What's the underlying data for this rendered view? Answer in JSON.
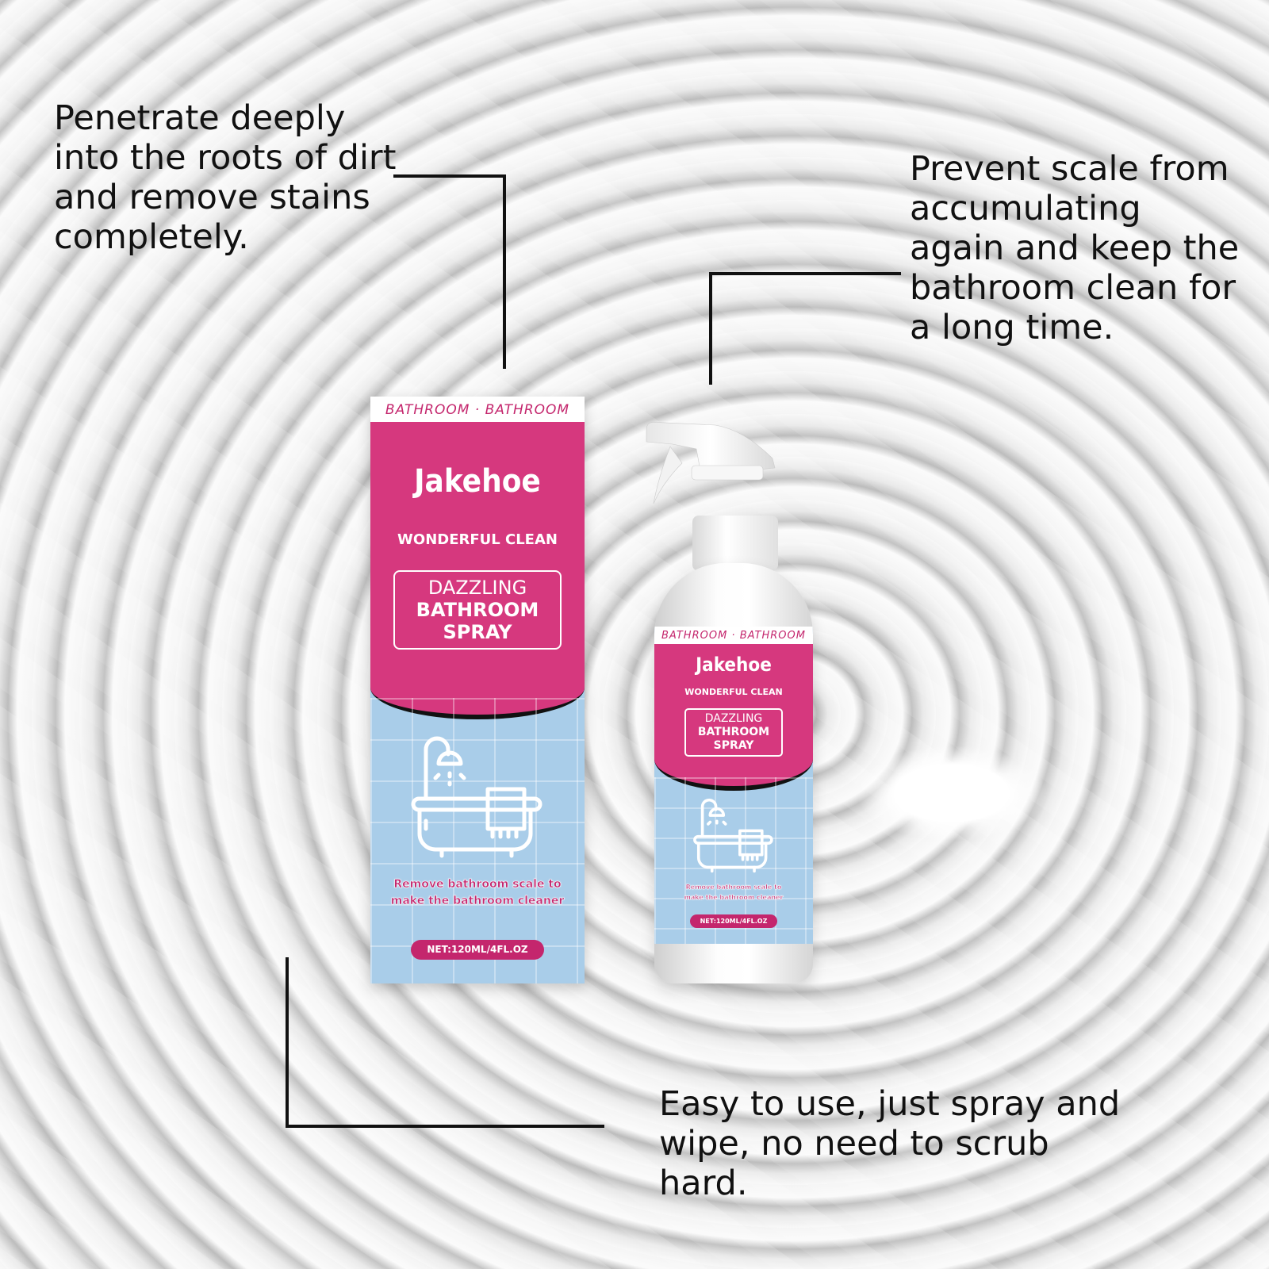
{
  "captions": {
    "top_left": [
      "Penetrate deeply",
      "into the roots of dirt",
      "and remove stains",
      "completely."
    ],
    "top_right": [
      "Prevent scale from",
      "accumulating",
      "again and keep the",
      "bathroom clean for",
      "a long time."
    ],
    "bottom": [
      "Easy to use, just spray and",
      "wipe, no need to scrub",
      "hard."
    ]
  },
  "product": {
    "top_band": "BATHROOM · BATHROOM",
    "brand": "Jakehoe",
    "subtitle": "WONDERFUL CLEAN",
    "name_line1": "DAZZLING",
    "name_line2": "BATHROOM",
    "name_line3": "SPRAY",
    "tagline_line1": "Remove bathroom scale to",
    "tagline_line2": "make the bathroom cleaner",
    "net": "NET:120ML/4FL.OZ"
  },
  "colors": {
    "brand_pink": "#d6387e",
    "label_blue": "#a9cde9",
    "text_pink": "#c4266d"
  }
}
